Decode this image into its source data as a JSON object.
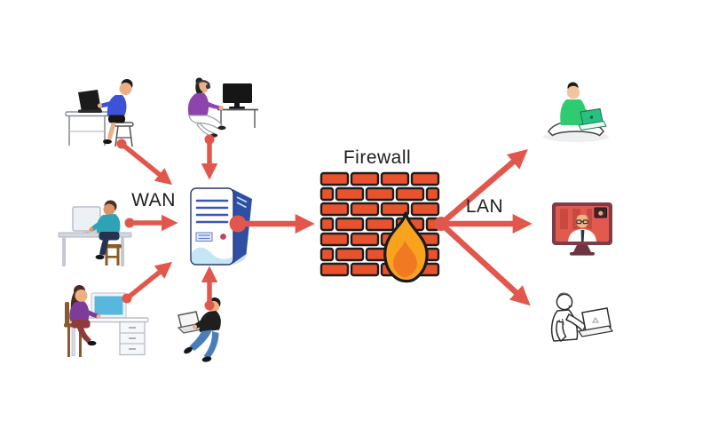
{
  "labels": {
    "wan": "WAN",
    "firewall": "Firewall",
    "lan": "LAN"
  },
  "colors": {
    "background": "#ffffff",
    "arrow": "#E2574C",
    "brick": "#E8532E",
    "brick_outline": "#1c1c1c",
    "flame_outer": "#F9A21F",
    "flame_inner": "#F07921",
    "server_side": "#2E4FA3",
    "server_vents": "#3A57B5",
    "server_blob": "#C5E6F5",
    "label_text": "#1e1e1e"
  },
  "icons": {
    "wan_clients": [
      "man-at-desk-laptop-blue-icon",
      "woman-at-monitor-headphones-icon",
      "man-at-desk-monitor-teal-icon",
      "woman-at-desk-monitor-violet-icon",
      "man-with-laptop-jeans-icon"
    ],
    "gateway": "server-tower-icon",
    "firewall": "brick-wall-fire-icon",
    "lan_clients": [
      "man-crosslegged-green-laptop-icon",
      "video-call-monitor-icon",
      "man-standing-white-laptop-icon"
    ]
  }
}
